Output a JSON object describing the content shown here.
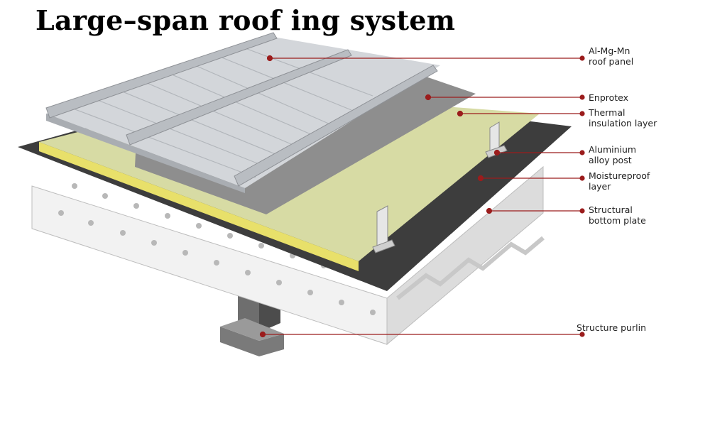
{
  "title": "Large–span roof ing system",
  "labels": {
    "roof_panel": [
      "Al-Mg-Mn",
      "roof panel"
    ],
    "enprotex": [
      "Enprotex"
    ],
    "insulation": [
      "Thermal",
      "insulation layer"
    ],
    "post": [
      "Aluminium",
      "alloy post"
    ],
    "moisture": [
      "Moistureproof",
      "layer"
    ],
    "bottom_plate": [
      "Structural",
      "bottom plate"
    ],
    "purlin": [
      "Structure purlin"
    ]
  },
  "colors": {
    "leader": "#9b1c1c",
    "panel": "#d3d6da",
    "insulation": "#d7dba4",
    "enprotex": "#8e8e8e",
    "moisture_layer": "#3d3d3d",
    "deck": "#eaeaea",
    "purlin": "#6c6c6c"
  }
}
